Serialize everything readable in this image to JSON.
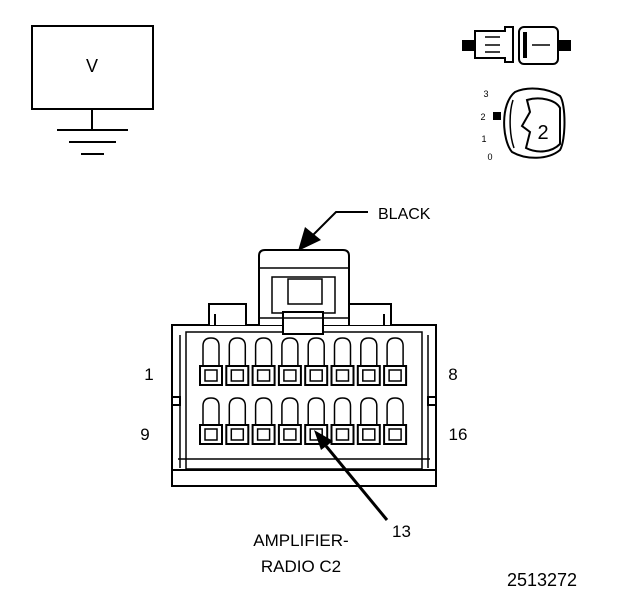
{
  "meter": {
    "symbol": "V"
  },
  "ignition": {
    "positions": [
      "3",
      "2",
      "1",
      "0"
    ],
    "selected": "2"
  },
  "connector": {
    "color_label": "BLACK",
    "pin_first_top": "1",
    "pin_last_top": "8",
    "pin_first_bottom": "9",
    "pin_last_bottom": "16",
    "highlight_pin": "13",
    "name_line1": "AMPLIFIER-",
    "name_line2": "RADIO C2"
  },
  "figure_id": "2513272",
  "colors": {
    "stroke": "#000000",
    "background": "#ffffff"
  }
}
